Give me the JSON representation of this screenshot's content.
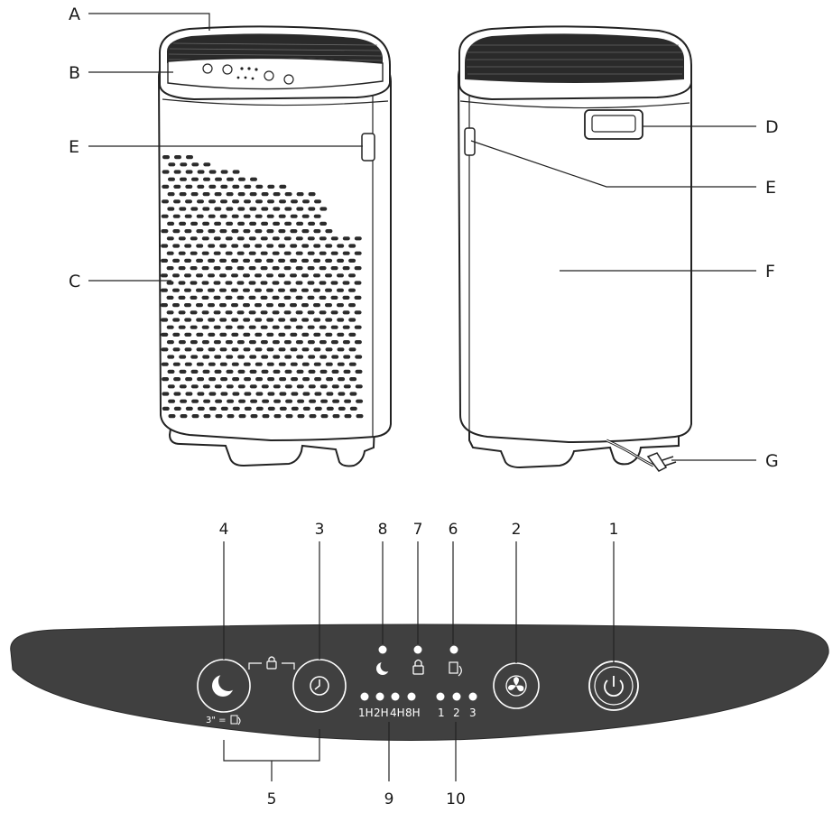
{
  "product_labels": {
    "a": "A",
    "b": "B",
    "c": "C",
    "d": "D",
    "e_left": "E",
    "e_right": "E",
    "f": "F",
    "g": "G"
  },
  "panel_numbers": {
    "n1": "1",
    "n2": "2",
    "n3": "3",
    "n4": "4",
    "n5": "5",
    "n6": "6",
    "n7": "7",
    "n8": "8",
    "n9": "9",
    "n10": "10"
  },
  "panel": {
    "hold_text": "3\" =",
    "timer_1": "1H",
    "timer_2": "2H",
    "timer_4": "4H",
    "timer_8": "8H",
    "speed_1": "1",
    "speed_2": "2",
    "speed_3": "3"
  },
  "icons": {
    "sleep_button": "moon-icon",
    "timer_button": "clock-icon",
    "fan_button": "fan-icon",
    "power_button": "power-icon",
    "lock_indicator": "lock-icon",
    "filter_indicator": "filter-reset-icon"
  },
  "colors": {
    "panel_fill": "#404040",
    "line": "#222222",
    "indicator": "#ffffff"
  }
}
